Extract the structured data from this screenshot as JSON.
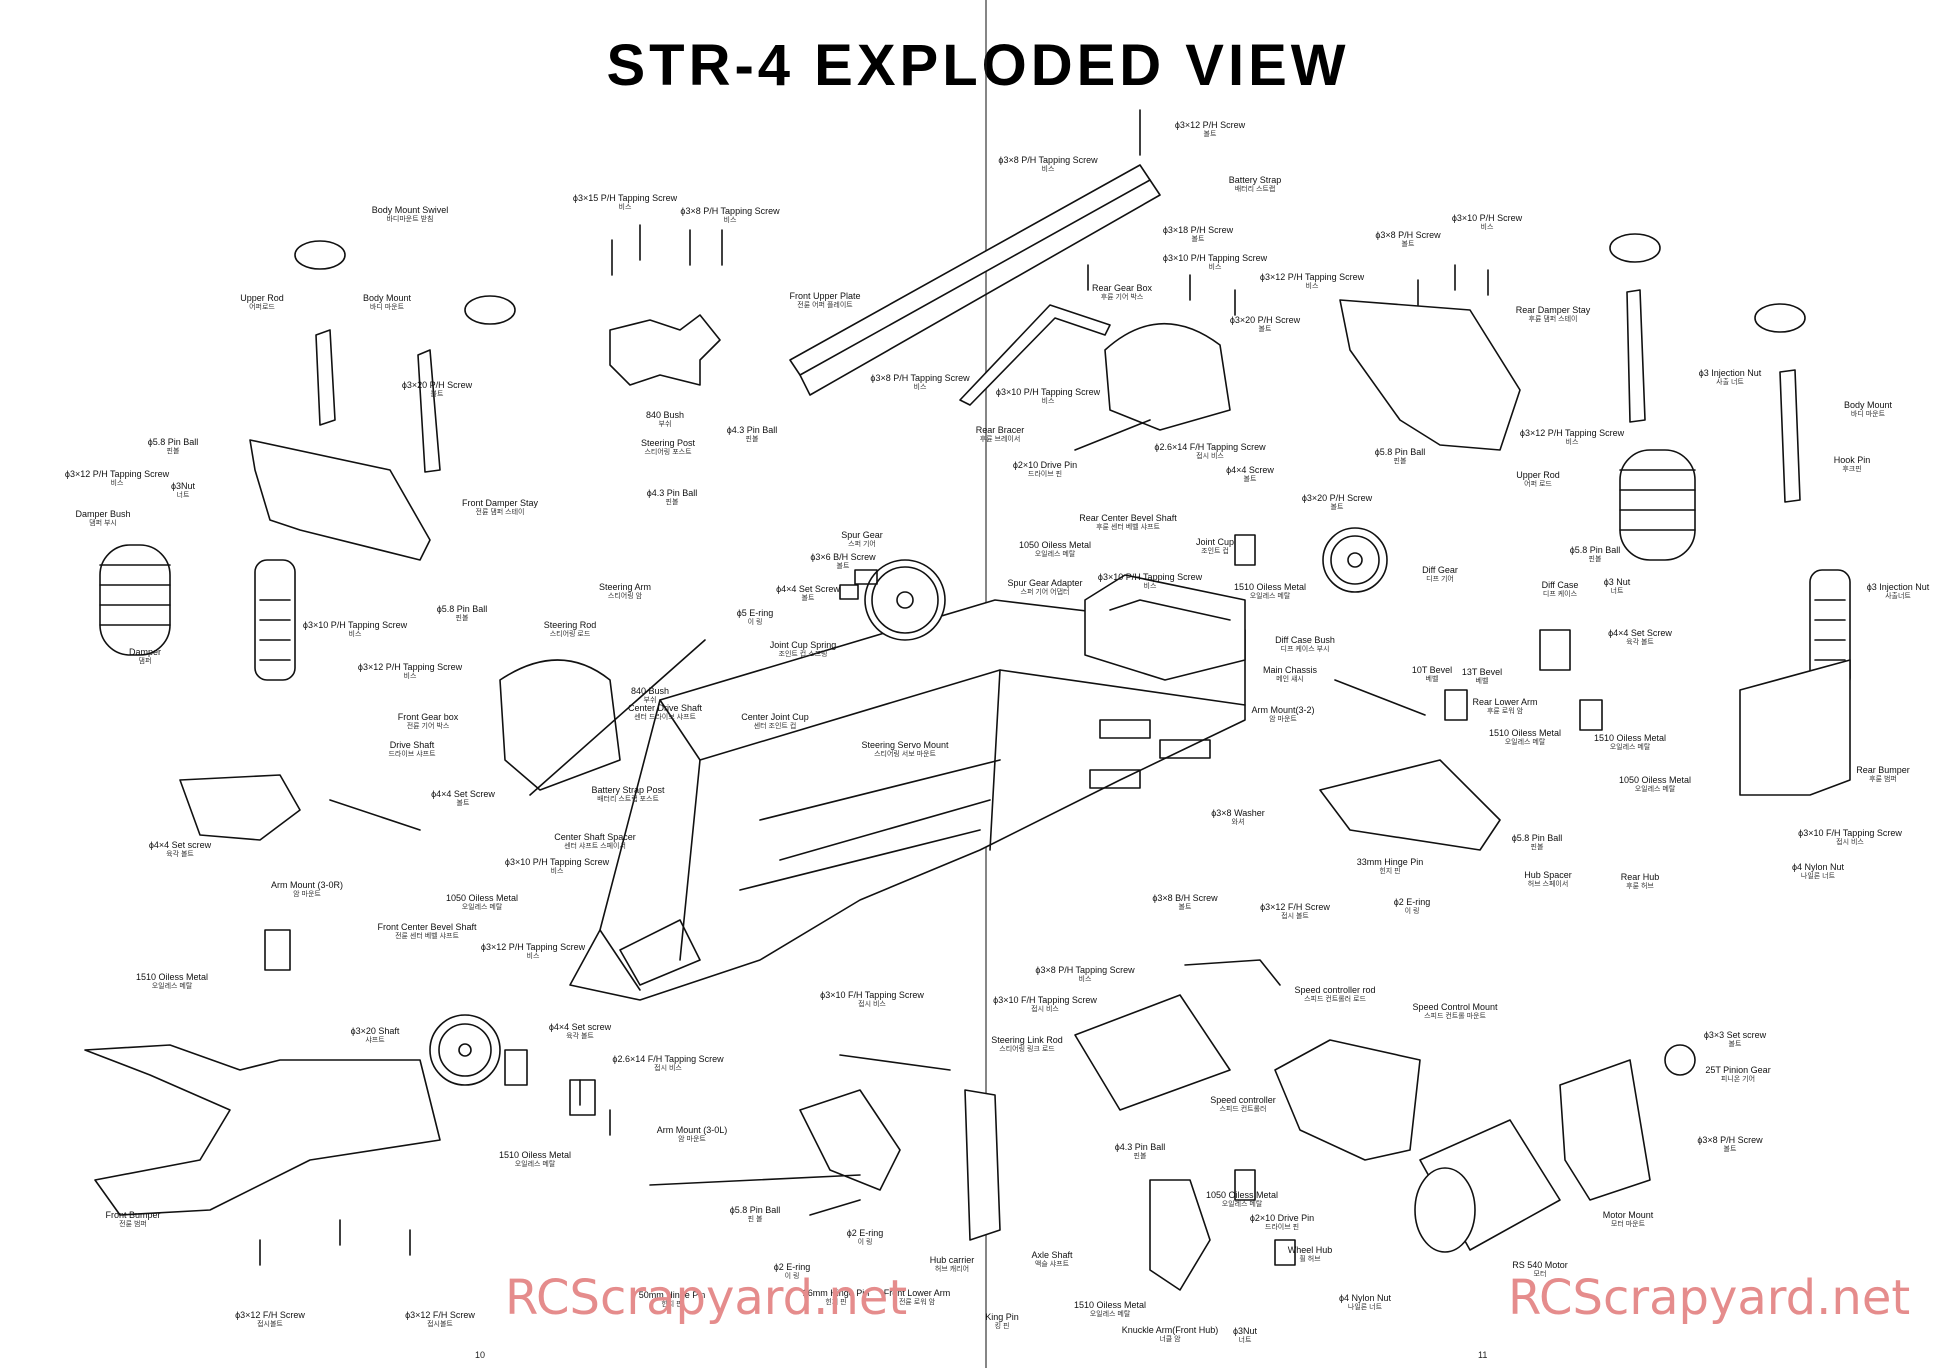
{
  "title": "STR-4 EXPLODED VIEW",
  "page_numbers": {
    "left": "10",
    "right": "11"
  },
  "watermark": "RCScrapyard.net",
  "accent_color": "#e58c8c",
  "labels": [
    {
      "text": "Body Mount Swivel",
      "ko": "바디마운트 받침"
    },
    {
      "text": "Upper Rod",
      "ko": "어퍼로드"
    },
    {
      "text": "Body Mount",
      "ko": "바디 마운트"
    },
    {
      "text": "ϕ3×20 P/H Screw",
      "ko": "볼트"
    },
    {
      "text": "ϕ5.8 Pin Ball",
      "ko": "핀볼"
    },
    {
      "text": "ϕ3×12 P/H Tapping Screw",
      "ko": "비스"
    },
    {
      "text": "ϕ3Nut",
      "ko": "너트"
    },
    {
      "text": "Damper Bush",
      "ko": "댐퍼 부시"
    },
    {
      "text": "Front Damper Stay",
      "ko": "전륜 댐퍼 스테이"
    },
    {
      "text": "ϕ3×10 P/H Tapping Screw",
      "ko": "비스"
    },
    {
      "text": "Damper",
      "ko": "댐퍼"
    },
    {
      "text": "ϕ3×12 P/H Tapping Screw",
      "ko": "비스"
    },
    {
      "text": "ϕ5.8 Pin Ball",
      "ko": "핀볼"
    },
    {
      "text": "ϕ3×15 P/H Tapping Screw",
      "ko": "비스"
    },
    {
      "text": "ϕ3×8 P/H Tapping Screw",
      "ko": "비스"
    },
    {
      "text": "Front Upper Plate",
      "ko": "전륜 어퍼 플레이트"
    },
    {
      "text": "840 Bush",
      "ko": "부쉬"
    },
    {
      "text": "Steering Post",
      "ko": "스티어링 포스트"
    },
    {
      "text": "ϕ4.3 Pin Ball",
      "ko": "핀볼"
    },
    {
      "text": "ϕ4.3 Pin Ball",
      "ko": "핀볼"
    },
    {
      "text": "Steering Arm",
      "ko": "스티어링 암"
    },
    {
      "text": "Steering Rod",
      "ko": "스티어링 로드"
    },
    {
      "text": "ϕ5 E-ring",
      "ko": "이 링"
    },
    {
      "text": "840 Bush",
      "ko": "부쉬"
    },
    {
      "text": "ϕ3×6 B/H Screw",
      "ko": "볼트"
    },
    {
      "text": "ϕ4×4 Set Screw",
      "ko": "볼트"
    },
    {
      "text": "Joint Cup Spring",
      "ko": "조인트 컵 스프링"
    },
    {
      "text": "Center Joint Cup",
      "ko": "센터 조인트 컵"
    },
    {
      "text": "Center Drive Shaft",
      "ko": "센터 드라이브 샤프트"
    },
    {
      "text": "Front Gear box",
      "ko": "전륜 기어 박스"
    },
    {
      "text": "Drive Shaft",
      "ko": "드라이브 샤프트"
    },
    {
      "text": "ϕ4×4 Set Screw",
      "ko": "볼트"
    },
    {
      "text": "ϕ4×4 Set screw",
      "ko": "육각 볼트"
    },
    {
      "text": "Center Shaft Spacer",
      "ko": "센터 샤프트 스페이서"
    },
    {
      "text": "ϕ3×10 P/H Tapping Screw",
      "ko": "비스"
    },
    {
      "text": "Arm Mount (3-0R)",
      "ko": "암 마운트"
    },
    {
      "text": "1050 Oiless Metal",
      "ko": "오일레스 메탈"
    },
    {
      "text": "Front Center Bevel Shaft",
      "ko": "전륜 센터 베벨 샤프트"
    },
    {
      "text": "ϕ3×12 P/H Tapping Screw",
      "ko": "비스"
    },
    {
      "text": "1510 Oiless Metal",
      "ko": "오일레스 메탈"
    },
    {
      "text": "ϕ3×20 Shaft",
      "ko": "샤프트"
    },
    {
      "text": "ϕ4×4 Set screw",
      "ko": "육각 볼트"
    },
    {
      "text": "ϕ2.6×14 F/H Tapping Screw",
      "ko": "접시 비스"
    },
    {
      "text": "Arm Mount (3-0L)",
      "ko": "암 마운트"
    },
    {
      "text": "1510 Oiless Metal",
      "ko": "오일레스 메탈"
    },
    {
      "text": "Front Bumper",
      "ko": "전륜 범퍼"
    },
    {
      "text": "ϕ3×12 F/H Screw",
      "ko": "접시볼트"
    },
    {
      "text": "ϕ3×12 F/H Screw",
      "ko": "접시볼트"
    },
    {
      "text": "ϕ5.8 Pin Ball",
      "ko": "핀 볼"
    },
    {
      "text": "50mm Hinge Pin",
      "ko": "힌지 핀"
    },
    {
      "text": "ϕ2 E-ring",
      "ko": "이 링"
    },
    {
      "text": "ϕ2 E-ring",
      "ko": "이 링"
    },
    {
      "text": "26mm Hinge Pin",
      "ko": "힌지 핀"
    },
    {
      "text": "Front Lower Arm",
      "ko": "전륜 로워 암"
    },
    {
      "text": "Hub carrier",
      "ko": "허브 캐리어"
    },
    {
      "text": "King Pin",
      "ko": "킹 핀"
    },
    {
      "text": "Axle Shaft",
      "ko": "액슬 샤프트"
    },
    {
      "text": "1510 Oiless Metal",
      "ko": "오일레스 메탈"
    },
    {
      "text": "Knuckle Arm(Front Hub)",
      "ko": "너클 암"
    },
    {
      "text": "ϕ3Nut",
      "ko": "너트"
    },
    {
      "text": "ϕ3×12 P/H Screw",
      "ko": "볼트"
    },
    {
      "text": "Battery Strap",
      "ko": "배터리 스트랩"
    },
    {
      "text": "ϕ3×8 P/H Tapping Screw",
      "ko": "비스"
    },
    {
      "text": "ϕ3×18 P/H Screw",
      "ko": "볼트"
    },
    {
      "text": "Rear Gear Box",
      "ko": "후륜 기어 박스"
    },
    {
      "text": "ϕ3×10 P/H Tapping Screw",
      "ko": "비스"
    },
    {
      "text": "ϕ3×12 P/H Tapping Screw",
      "ko": "비스"
    },
    {
      "text": "ϕ3×8 P/H Screw",
      "ko": "볼트"
    },
    {
      "text": "ϕ3×10 P/H Screw",
      "ko": "비스"
    },
    {
      "text": "Rear Damper Stay",
      "ko": "후륜 댐퍼 스테이"
    },
    {
      "text": "ϕ3×20 P/H Screw",
      "ko": "볼트"
    },
    {
      "text": "ϕ3×8 P/H Tapping Screw",
      "ko": "비스"
    },
    {
      "text": "ϕ3×10 P/H Tapping Screw",
      "ko": "비스"
    },
    {
      "text": "Rear Bracer",
      "ko": "후륜 브레이서"
    },
    {
      "text": "ϕ2×10 Drive Pin",
      "ko": "드라이브 핀"
    },
    {
      "text": "ϕ2.6×14 F/H Tapping Screw",
      "ko": "접시 비스"
    },
    {
      "text": "ϕ4×4 Screw",
      "ko": "볼트"
    },
    {
      "text": "Joint Cup",
      "ko": "조인트 컵"
    },
    {
      "text": "ϕ5.8 Pin Ball",
      "ko": "핀볼"
    },
    {
      "text": "ϕ3×12 P/H Tapping Screw",
      "ko": "비스"
    },
    {
      "text": "ϕ3 Injection Nut",
      "ko": "사출 너트"
    },
    {
      "text": "Body Mount",
      "ko": "바디 마운트"
    },
    {
      "text": "Hook Pin",
      "ko": "후크핀"
    },
    {
      "text": "Rear Center Bevel Shaft",
      "ko": "후륜 센터 베벨 샤프트"
    },
    {
      "text": "1050 Oiless Metal",
      "ko": "오일레스 메탈"
    },
    {
      "text": "Spur Gear",
      "ko": "스퍼 기어"
    },
    {
      "text": "Spur Gear Adapter",
      "ko": "스퍼 기어 어댑터"
    },
    {
      "text": "ϕ3×10 P/H Tapping Screw",
      "ko": "비스"
    },
    {
      "text": "ϕ3×20 P/H Screw",
      "ko": "볼트"
    },
    {
      "text": "Upper Rod",
      "ko": "어퍼 로드"
    },
    {
      "text": "Diff Gear",
      "ko": "디프 기어"
    },
    {
      "text": "ϕ5.8 Pin Ball",
      "ko": "핀볼"
    },
    {
      "text": "ϕ3 Nut",
      "ko": "너트"
    },
    {
      "text": "ϕ3 Injection Nut",
      "ko": "사출너트"
    },
    {
      "text": "1510 Oiless Metal",
      "ko": "오일레스 메탈"
    },
    {
      "text": "Diff Case Bush",
      "ko": "디프 케이스 부시"
    },
    {
      "text": "Diff Case",
      "ko": "디프 케이스"
    },
    {
      "text": "ϕ4×4 Set Screw",
      "ko": "육각 볼트"
    },
    {
      "text": "10T Bevel",
      "ko": "베벨"
    },
    {
      "text": "13T Bevel",
      "ko": "베벨"
    },
    {
      "text": "Main Chassis",
      "ko": "메인 섀시"
    },
    {
      "text": "Arm Mount(3-2)",
      "ko": "암 마운트"
    },
    {
      "text": "Rear Lower Arm",
      "ko": "후륜 로워 암"
    },
    {
      "text": "1510 Oiless Metal",
      "ko": "오일레스 메탈"
    },
    {
      "text": "1510 Oiless Metal",
      "ko": "오일레스 메탈"
    },
    {
      "text": "1050 Oiless Metal",
      "ko": "오일레스 메탈"
    },
    {
      "text": "Rear Bumper",
      "ko": "후륜 범퍼"
    },
    {
      "text": "ϕ3×10 F/H Tapping Screw",
      "ko": "접시 비스"
    },
    {
      "text": "ϕ4 Nylon Nut",
      "ko": "나일론 너트"
    },
    {
      "text": "Steering Servo Mount",
      "ko": "스티어링 서보 마운트"
    },
    {
      "text": "Battery Strap Post",
      "ko": "배터리 스트랩 포스트"
    },
    {
      "text": "ϕ3×8 Washer",
      "ko": "와셔"
    },
    {
      "text": "ϕ5.8 Pin Ball",
      "ko": "핀볼"
    },
    {
      "text": "33mm Hinge Pin",
      "ko": "힌지 핀"
    },
    {
      "text": "Hub Spacer",
      "ko": "허브 스페이서"
    },
    {
      "text": "Rear Hub",
      "ko": "후륜 허브"
    },
    {
      "text": "ϕ3×8 B/H Screw",
      "ko": "볼트"
    },
    {
      "text": "ϕ3×12 F/H Screw",
      "ko": "접시 볼트"
    },
    {
      "text": "ϕ2 E-ring",
      "ko": "이 링"
    },
    {
      "text": "ϕ3×8 P/H Tapping Screw",
      "ko": "비스"
    },
    {
      "text": "ϕ3×10 F/H Tapping Screw",
      "ko": "접시 비스"
    },
    {
      "text": "ϕ3×10 F/H Tapping Screw",
      "ko": "접시 비스"
    },
    {
      "text": "Speed controller rod",
      "ko": "스피드 컨트롤러 로드"
    },
    {
      "text": "Speed Control Mount",
      "ko": "스피드 컨트롤 마운트"
    },
    {
      "text": "Steering Link Rod",
      "ko": "스티어링 링크 로드"
    },
    {
      "text": "Speed controller",
      "ko": "스피드 컨트롤러"
    },
    {
      "text": "ϕ3×3 Set screw",
      "ko": "볼트"
    },
    {
      "text": "25T Pinion Gear",
      "ko": "피니온 기어"
    },
    {
      "text": "ϕ3×8 P/H Screw",
      "ko": "볼트"
    },
    {
      "text": "ϕ4.3 Pin Ball",
      "ko": "핀볼"
    },
    {
      "text": "1050 Oiless Metal",
      "ko": "오일레스 메탈"
    },
    {
      "text": "ϕ2×10 Drive Pin",
      "ko": "드라이브 핀"
    },
    {
      "text": "Wheel Hub",
      "ko": "휠 허브"
    },
    {
      "text": "ϕ4 Nylon Nut",
      "ko": "나일론 너트"
    },
    {
      "text": "RS 540 Motor",
      "ko": "모터"
    },
    {
      "text": "Motor Mount",
      "ko": "모터 마운트"
    }
  ]
}
